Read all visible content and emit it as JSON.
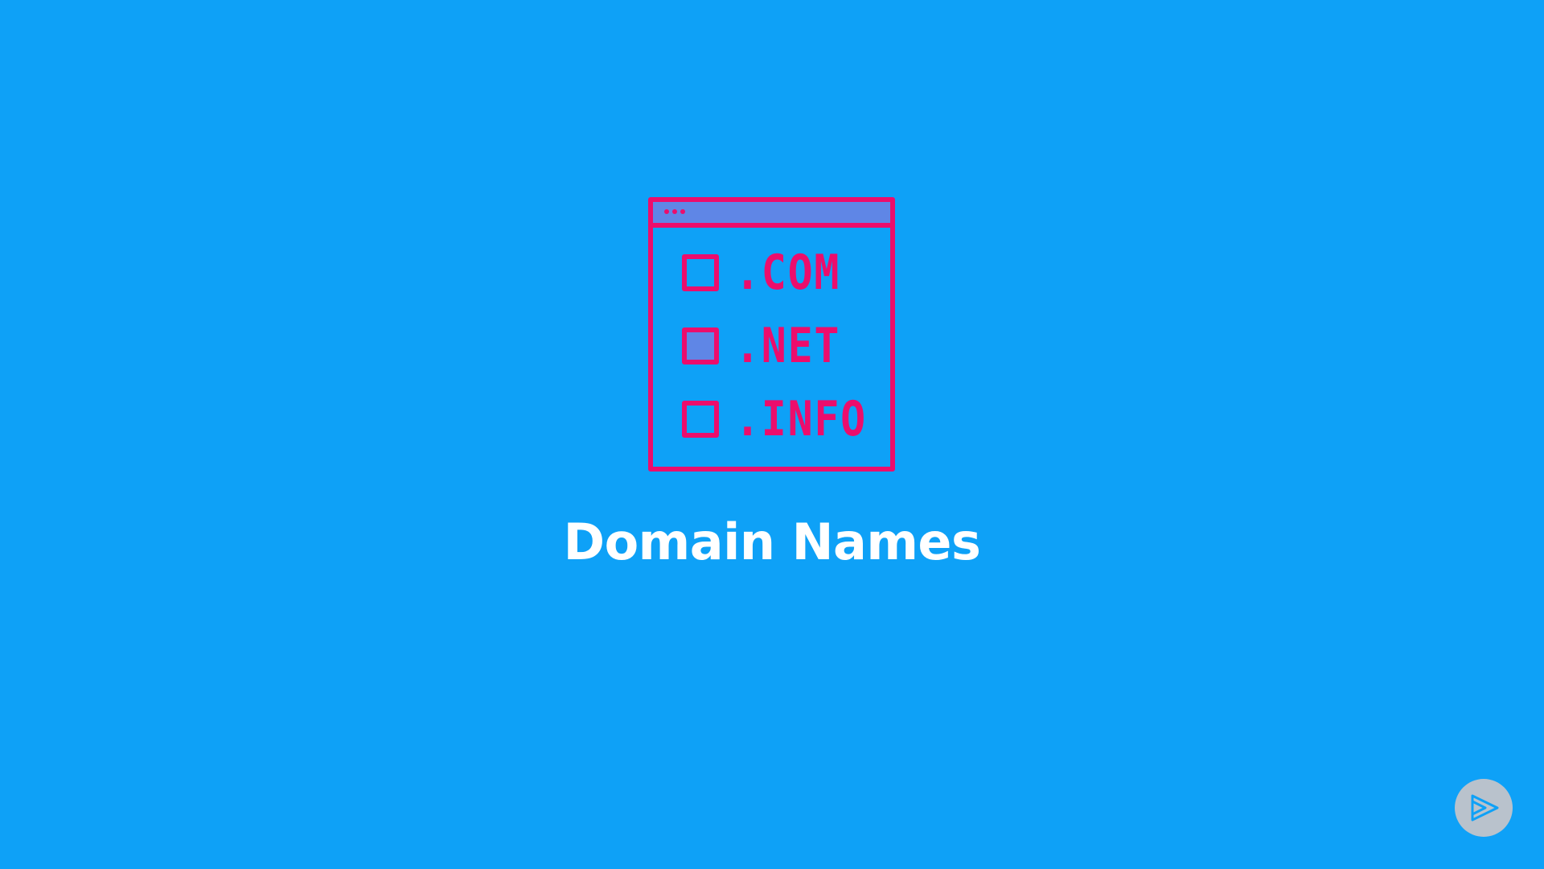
{
  "slide": {
    "title": "Domain Names",
    "background_color": "#0ea1f7",
    "illustration": {
      "icon": "browser-window-icon",
      "accent_color": "#ec0d6c",
      "fill_color": "#5f86e6",
      "options": [
        {
          "label": ".COM",
          "checked": false
        },
        {
          "label": ".NET",
          "checked": true
        },
        {
          "label": ".INFO",
          "checked": false
        }
      ]
    }
  },
  "brand_button": {
    "icon": "play-logo-icon",
    "background_color": "#b9c2cc"
  }
}
